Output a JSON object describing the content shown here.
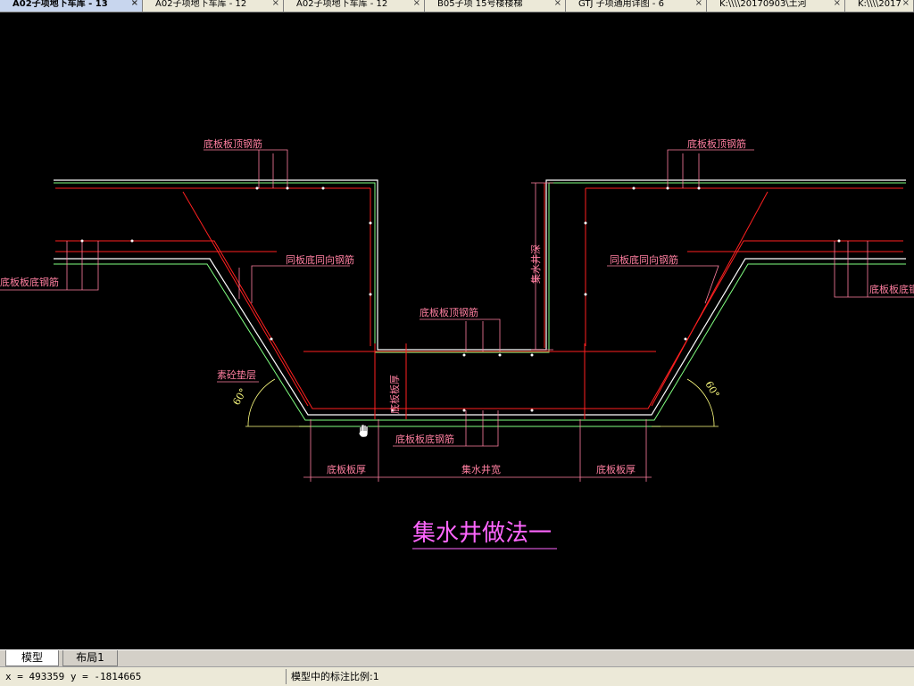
{
  "tabs": [
    {
      "label": "A02子项地下车库 - 13",
      "active": true,
      "width": 160
    },
    {
      "label": "A02子项地下车库 - 12",
      "active": false,
      "width": 158
    },
    {
      "label": "A02子项地下车库 - 12",
      "active": false,
      "width": 158
    },
    {
      "label": "B05子项 15号楼楼梯",
      "active": false,
      "width": 158
    },
    {
      "label": "GTJ 子项通用详图 - 6",
      "active": false,
      "width": 158
    },
    {
      "label": "K:\\\\\\\\20170903\\土河",
      "active": false,
      "width": 155
    },
    {
      "label": "K:\\\\\\\\2017",
      "active": false,
      "width": 77
    }
  ],
  "drawing": {
    "labels": {
      "top_rebar_left": "底板板顶钢筋",
      "top_rebar_right": "底板板顶钢筋",
      "same_dir_left": "同板底同向钢筋",
      "same_dir_right": "同板底同向钢筋",
      "bottom_rebar_left": "底板板底钢筋",
      "bottom_rebar_right": "底板板底钢筋",
      "pit_top_rebar": "底板板顶钢筋",
      "pit_bottom_rebar": "底板板底钢筋",
      "cushion": "素砼垫层",
      "pit_depth": "集水井深",
      "slab_thickness_vertical": "底板板厚",
      "angle_left": "60°",
      "angle_right": "60°",
      "dim_left": "底板板厚",
      "dim_center": "集水井宽",
      "dim_right": "底板板厚",
      "title": "集水井做法一"
    }
  },
  "layout_tabs": {
    "model": "模型",
    "layout1": "布局1"
  },
  "status": {
    "coords": "x = 493359 y = -1814665",
    "scale": "模型中的标注比例:1"
  },
  "colors": {
    "concrete": "#ffffff",
    "rebar": "#ff2020",
    "cushion": "#80ff80",
    "text": "#ff7fa0",
    "title": "#ff66ff",
    "angle": "#ffff80"
  }
}
